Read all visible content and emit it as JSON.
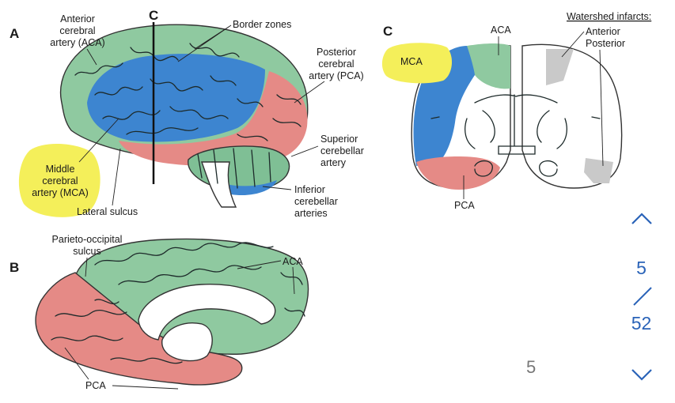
{
  "panels": {
    "a": "A",
    "b": "B",
    "c_label": "C",
    "c_section": "C"
  },
  "labels": {
    "aca_lateral": [
      "Anterior",
      "cerebral",
      "artery (ACA)"
    ],
    "border_zones": "Border zones",
    "pca_lateral": [
      "Posterior",
      "cerebral",
      "artery (PCA)"
    ],
    "superior_cerebellar": [
      "Superior",
      "cerebellar",
      "artery"
    ],
    "inferior_cerebellar": [
      "Inferior",
      "cerebellar",
      "arteries"
    ],
    "mca_lateral": [
      "Middle",
      "cerebral",
      "artery (MCA)"
    ],
    "lateral_sulcus": "Lateral sulcus",
    "parieto_occipital": [
      "Parieto-occipital",
      "sulcus"
    ],
    "aca_medial": "ACA",
    "pca_medial": "PCA",
    "aca_coronal": "ACA",
    "mca_coronal": "MCA",
    "pca_coronal": "PCA",
    "watershed_title": "Watershed infarcts:",
    "watershed_anterior": "Anterior",
    "watershed_posterior": "Posterior"
  },
  "colors": {
    "aca": "#8fc9a0",
    "mca": "#3d85d0",
    "pca": "#e58a86",
    "cerebellum": "#7fbf95",
    "watershed": "#c9c9c9",
    "highlight": "#f4ef5a",
    "pager_accent": "#2a63b8"
  },
  "pager": {
    "current": "5",
    "total": "52",
    "up_icon": "chevron-up-icon",
    "down_icon": "chevron-down-icon"
  },
  "slide_number": "5"
}
